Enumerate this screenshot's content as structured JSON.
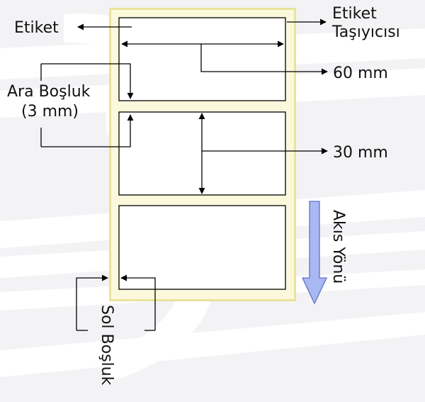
{
  "labels": {
    "label": "Etiket",
    "carrier_line1": "Etiket",
    "carrier_line2": "Taşıyıcısı",
    "width": "60 mm",
    "gap_line1": "Ara Boşluk",
    "gap_line2": "(3 mm)",
    "height": "30 mm",
    "flow_direction": "Akıs Yönü",
    "left_margin": "Sol Boşluk"
  },
  "colors": {
    "background": "#f3f3f5",
    "watermark": "#ffffff",
    "carrier_fill": "#fbf8dc",
    "carrier_border": "#e9e39c",
    "label_fill": "#ffffff",
    "line": "#000000",
    "flow_arrow_fill": "#a9b8f2",
    "flow_arrow_stroke": "#6070c8"
  }
}
